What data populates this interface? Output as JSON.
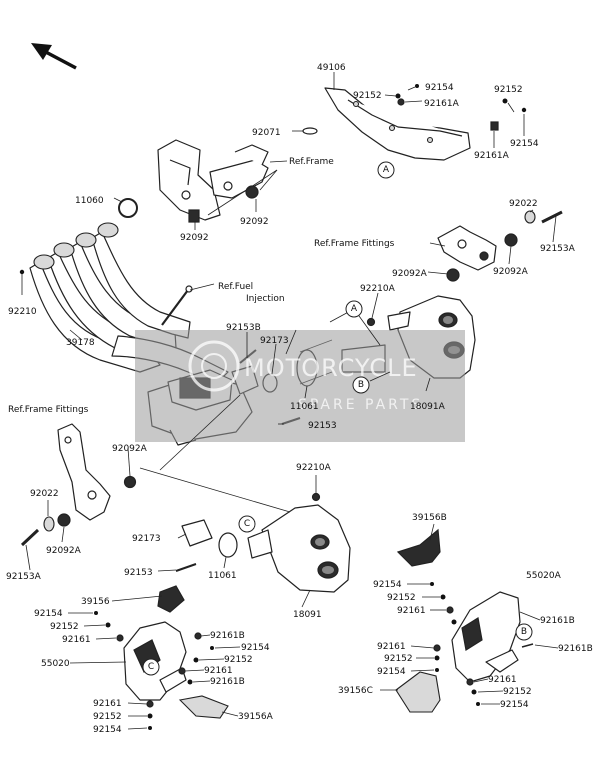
{
  "watermark": {
    "title": "MOTORCYCLE",
    "subtitle": "SPARE PARTS"
  },
  "labels": {
    "p49106": "49106",
    "p92152_top": "92152",
    "p92154_top": "92154",
    "p92161A_top": "92161A",
    "p92152_tr": "92152",
    "p92154_tr": "92154",
    "p92161A_tr": "92161A",
    "p92071": "92071",
    "ref_frame": "Ref.Frame",
    "p11060": "11060",
    "p92092_a": "92092",
    "p92092_b": "92092",
    "p92022_r": "92022",
    "p92153A_r": "92153A",
    "ref_frame_fittings_r": "Ref.Frame Fittings",
    "p92092A_r1": "92092A",
    "p92092A_r2": "92092A",
    "ref_fuel_1": "Ref.Fuel",
    "ref_fuel_2": "Injection",
    "p92210": "92210",
    "p92210A_top": "92210A",
    "p92153B": "92153B",
    "p92173_top": "92173",
    "p39178": "39178",
    "p11061_top": "11061",
    "p92153_mid": "92153",
    "p18091A": "18091A",
    "ref_frame_fittings_l": "Ref.Frame Fittings",
    "p92092A_l1": "92092A",
    "p92210A_mid": "92210A",
    "p92022_l": "92022",
    "p92092A_l2": "92092A",
    "p92153A_l": "92153A",
    "p92173_bot": "92173",
    "p92153_bot": "92153",
    "p11061_bot": "11061",
    "p18091": "18091",
    "p39156B": "39156B",
    "p92154_r1": "92154",
    "p55020A": "55020A",
    "p92152_r1": "92152",
    "p92161_r1": "92161",
    "p92161B_r1": "92161B",
    "p92161B_r2": "92161B",
    "p92161_r2": "92161",
    "p92152_r2": "92152",
    "p92154_r2": "92154",
    "p39156C": "39156C",
    "p92161_r3": "92161",
    "p92152_r3": "92152",
    "p92154_r3": "92154",
    "p92154_l1": "92154",
    "p39156": "39156",
    "p92152_l1": "92152",
    "p92161_l1": "92161",
    "p92161B_l1": "92161B",
    "p55020": "55020",
    "p92154_l2": "92154",
    "p92152_l2": "92152",
    "p92161_l2": "92161",
    "p92161B_l2": "92161B",
    "p92161_l3": "92161",
    "p92152_l3": "92152",
    "p92154_l3": "92154",
    "p39156A": "39156A"
  },
  "callouts": {
    "A1": "A",
    "A2": "A",
    "B1": "B",
    "B2": "B",
    "C1": "C",
    "C2": "C"
  }
}
